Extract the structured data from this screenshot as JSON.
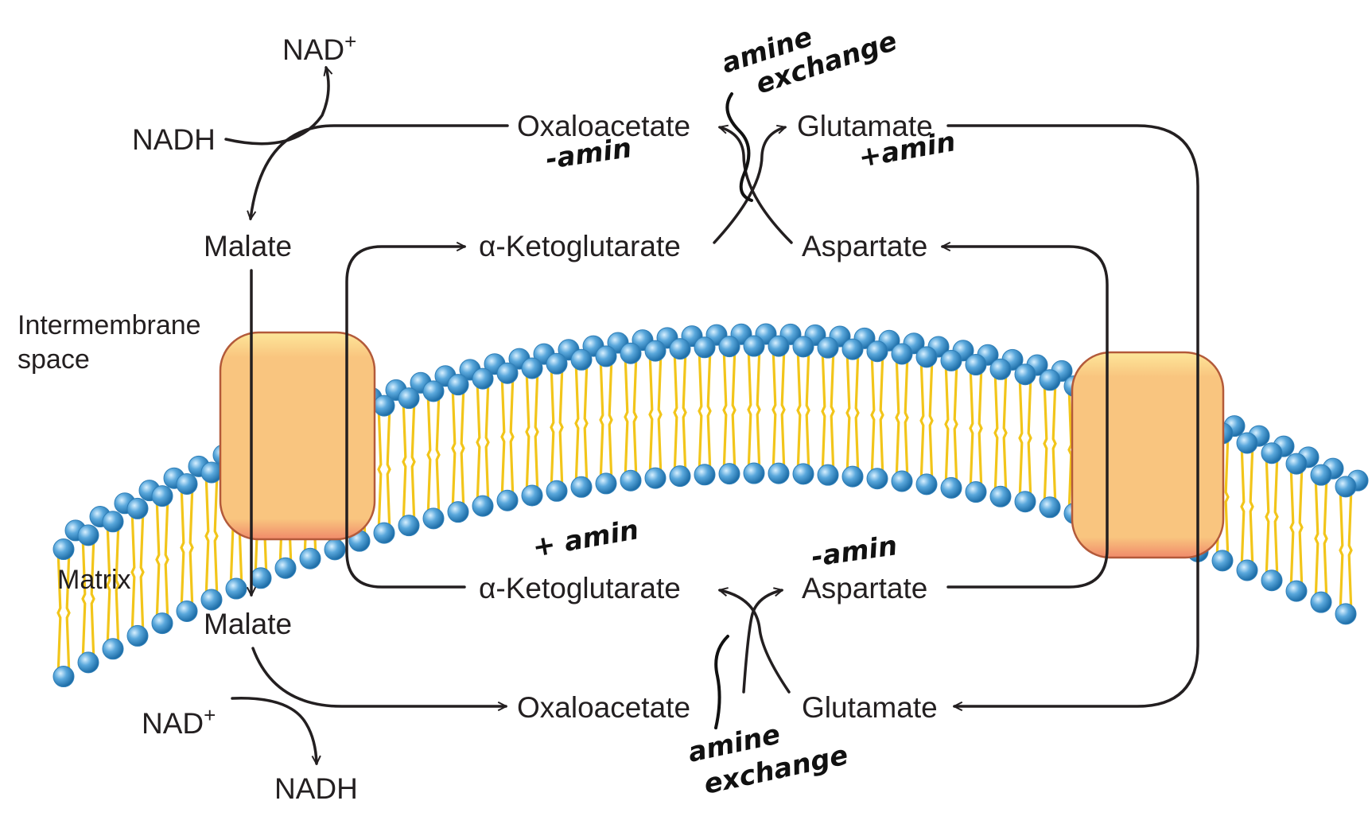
{
  "regions": {
    "intermembrane_line1": "Intermembrane",
    "intermembrane_line2": "space",
    "matrix": "Matrix"
  },
  "metabolites": {
    "nad_plus_top": "NAD",
    "nad_plus_top_sup": "+",
    "nadh_top": "NADH",
    "oxaloacetate_top": "Oxaloacetate",
    "glutamate_top": "Glutamate",
    "malate_top": "Malate",
    "alpha_kg_top": "α-Ketoglutarate",
    "aspartate_top": "Aspartate",
    "alpha_kg_bottom": "α-Ketoglutarate",
    "aspartate_bottom": "Aspartate",
    "malate_bottom": "Malate",
    "oxaloacetate_bottom": "Oxaloacetate",
    "glutamate_bottom": "Glutamate",
    "nad_plus_bottom": "NAD",
    "nad_plus_bottom_sup": "+",
    "nadh_bottom": "NADH"
  },
  "annotations": {
    "amine_exchange_top_1": "amine",
    "amine_exchange_top_2": "exchange",
    "minus_amin_top": "-amin",
    "plus_amin_top": "+amin",
    "plus_amin_bottom": "+ amin",
    "minus_amin_bottom": "-amin",
    "amine_exchange_bottom_1": "amine",
    "amine_exchange_bottom_2": "exchange"
  },
  "colors": {
    "head_fill": "#5aa8dc",
    "head_stroke": "#2f7fb8",
    "tail": "#f2c51a",
    "tail_stroke": "#b8920a",
    "protein_fill": "#f9c57f",
    "protein_top": "#fde79a",
    "protein_bottom": "#f08a6a",
    "protein_stroke": "#b35a3a",
    "ink": "#231f20"
  }
}
